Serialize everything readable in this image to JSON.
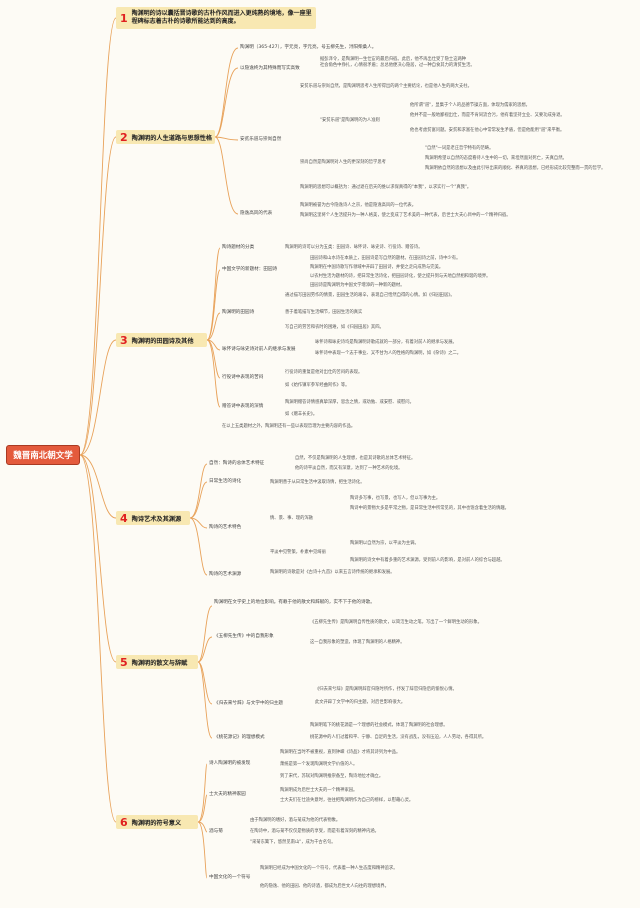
{
  "root": "魏晋南北朝文学",
  "colors": {
    "root": "#e45a3c",
    "category_fill": "#f8e8b2",
    "number": "#e02020",
    "line": "#e8a25a"
  },
  "banner": {
    "number": "1",
    "text": "陶渊明的诗以囊括晋诗歌的古朴作风而进入更纯熟的境地，像一座里程碑标志着古朴的诗歌所能达到的高度。"
  },
  "cats": [
    {
      "number": "2",
      "label": "陶渊明的人生道路与思想性格"
    },
    {
      "number": "3",
      "label": "陶渊明的田园诗及其他"
    },
    {
      "number": "4",
      "label": "陶诗艺术及其渊源"
    },
    {
      "number": "5",
      "label": "陶渊明的散文与辞赋"
    },
    {
      "number": "6",
      "label": "陶渊明的符号意义"
    }
  ],
  "subs": [
    "陶渊明（365-427），字元亮，字元亮，号五柳先生，浔阳柴桑人。",
    "以隐逸终为其特殊而写实高致",
    "安贫乐道与崇尚自然",
    "隐逸高风的代表",
    "陶诗题材的分类",
    "中国文学的新题材：田园诗",
    "陶渊明的田园诗",
    "咏怀诗与咏史诗对前人的继承与发展",
    "行役诗中表现的苦闷",
    "赠答诗中表现的深情",
    "自然：陶诗的总体艺术特征",
    "日常生活的诗化",
    "陶诗的艺术特色",
    "陶诗的艺术渊源",
    "陶渊明在文学史上的地位影响。有赖于他的散文和辞赋的，实不下于他的诗歌。",
    "《五柳先生传》中的自我形象",
    "《归去来兮辞》与文学中的归主题",
    "《桃花源记》的理想模式",
    "诗人陶渊明的被发现",
    "士大夫的精神家园",
    "酒与菊",
    "中国文化的一个符号"
  ],
  "leaves": [
    "据彭泽令，是陶渊明一生仕宦的最后归宿。此后，他不再出仕受了隐士这两种",
    "社会角色中挣扎，心情很矛盾；总总他便决心隐居，过一种自食其力的清贫生活。",
    "安贫乐道与崇尚自然，是陶渊明思考人生所得出的两个主要结论，也是他人生的两大支柱。",
    "\"安贫乐道\"是陶渊明的为人准则",
    "他所谓\"道\"，显集于个人的品德节操方面，体现为儒家的思想。",
    "他并不是一般地鄙视出仕，而是不肯同流合污，他有着坚持立业、又要功成身退。",
    "他也考虑贫富问题。安贫和求富在他心中常常发生矛盾，但是他能用\"道\"来平衡。",
    "崇尚自然是陶渊明对人生的更深刻的哲学思考",
    "\"自然\"一词是老庄哲学特有的范畴。",
    "陶渊明希望以自然的态度看待人生中的一切，来坦然面对死亡，天真自然。",
    "陶渊明依自然的思想以及由此引导出来的顺化、养真的思想，已经形成比较完整而一贯的哲学。",
    "陶渊明的思想可以概括为：通过退在后天的维以求保真得的\"本我\"，以求实行一个\"真我\"。",
    "陶渊明被誉为古今隐逸诗人之宗，他是隐逸高风的一位代表。",
    "陶渊明这里将个人生活提升为一种人格美，使之变成了艺术美的一种代表，后世士大夫心目中的一个精神归宿。",
    "陶渊明的诗可以分为五类：田园诗、咏怀诗、咏史诗、行役诗、赠答诗。",
    "田园诗和山水诗在本质上，田园诗是写自然的题材。在田园诗之前，诗中少有。",
    "陶渊明在中国诗歌写作领域中开辟了田园诗，并使之走向成熟与完美。",
    "以农村生活为题材的诗，把日常生活诗化，把田园诗化，使之提升到与天地自然相和谐的境界。",
    "田园诗是陶渊明为中国文学增添的一种新的题材。",
    "通过描写田园劳作的情景，田园生活的艰辛，表现自己恬然自得的心情。如《归园田居》。",
    "善于着笔描写生活细节，田园生活的真实",
    "写自己的劳苦和农时的困难，如《归园田居》其四。",
    "咏怀诗和咏史诗均是陶渊明诗歌成就的一部分，有着对前人的继承与发展。",
    "咏怀诗中表现一个志于事业、又不甘为人的性格的陶渊明，如《杂诗》之二。",
    "行役诗的重复是他对出仕的苦闷的表现。",
    "如《始作镇军参军经曲阿作》等。",
    "陶渊明赠答诗情感真挚深厚，思念之情，或劝勉、或安慰、或慰问。",
    "如《赠羊长史》。",
    "在以上五类题材之外，陶渊明还有一些以表现哲理为主要内容的作品。",
    "自然，不仅是陶渊明的人生理想，也是其诗歌的总体艺术特征。",
    "他的诗平淡自然，而又有深意，达到了一种艺术的化境。",
    "陶渊明善于从日常生活中汲取诗情，把生活诗化。",
    "情、景、事、理的浑融",
    "陶诗多写事，也写景，也写人，但以写事为主。",
    "陶诗中的景物大多是平常之物，是日常生活中所常见的，其中也饱含着生活的情趣。",
    "平淡中见警策，朴素中见绮丽",
    "陶渊明以自然为宗，以平淡为主调。",
    "陶渊明的诗文中有着多重的艺术渊源，受到前人的影响，是对前人的综合与超越。",
    "陶渊明的诗歌是对《古诗十九首》以来五言诗传统的继承和发展。",
    "《五柳先生传》是陶渊明自传性质的散文，以简洁生动之笔，写出了一个鲜明生动的形象。",
    "这一自我形象的塑造，体现了陶渊明的人格精神。",
    "《归去来兮辞》是陶渊明辞官归隐时所作，抒发了辞官归隐后的愉悦心情。",
    "此文开辟了文学中的归主题，对后世影响很大。",
    "陶渊明笔下的桃花源是一个理想的社会模式，体现了陶渊明的社会理想。",
    "桃花源中的人们过着和平、宁静、自足的生活，没有战乱，没有压迫，人人劳动，各得其所。",
    "陶渊明在当时不被重视，直到钟嵘《诗品》才将其诗列为中品。",
    "萧统是第一个发现陶渊明文学价值的人。",
    "到了宋代，苏轼对陶渊明推崇备至，陶诗地位才确立。",
    "陶渊明成为后世士大夫的一个精神家园。",
    "士大夫们在仕途失意时，往往把陶渊明作为自己的榜样，以慰藉心灵。",
    "由于陶渊明的嗜好，酒与菊成为他的代表物象。",
    "在陶诗中，酒与菊不仅仅是物质的享受，而是有着深刻的精神内涵。",
    "\"采菊东篱下，悠然见南山\"，成为千古名句。",
    "陶渊明已经成为中国文化的一个符号，代表着一种人生态度和精神追求。",
    "他的隐逸、他的田园、他的诗酒，都成为后世文人向往的理想境界。"
  ]
}
